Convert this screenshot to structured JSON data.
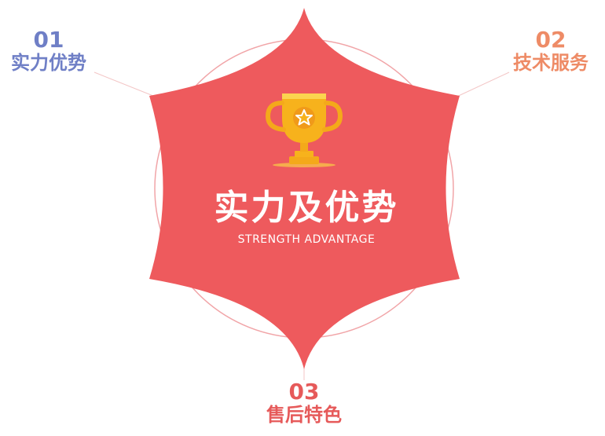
{
  "center": {
    "title": "实力及优势",
    "subtitle": "STRENGTH ADVANTAGE",
    "icon": "trophy-icon"
  },
  "points": [
    {
      "number": "01",
      "label": "实力优势",
      "color": "#6f7fc6"
    },
    {
      "number": "02",
      "label": "技术服务",
      "color": "#ee8b66"
    },
    {
      "number": "03",
      "label": "售后特色",
      "color": "#e65a5a"
    }
  ],
  "colors": {
    "star_fill": "#ee5a5d",
    "ring": "#f1a5a8",
    "trophy_gold": "#f7b21c"
  }
}
